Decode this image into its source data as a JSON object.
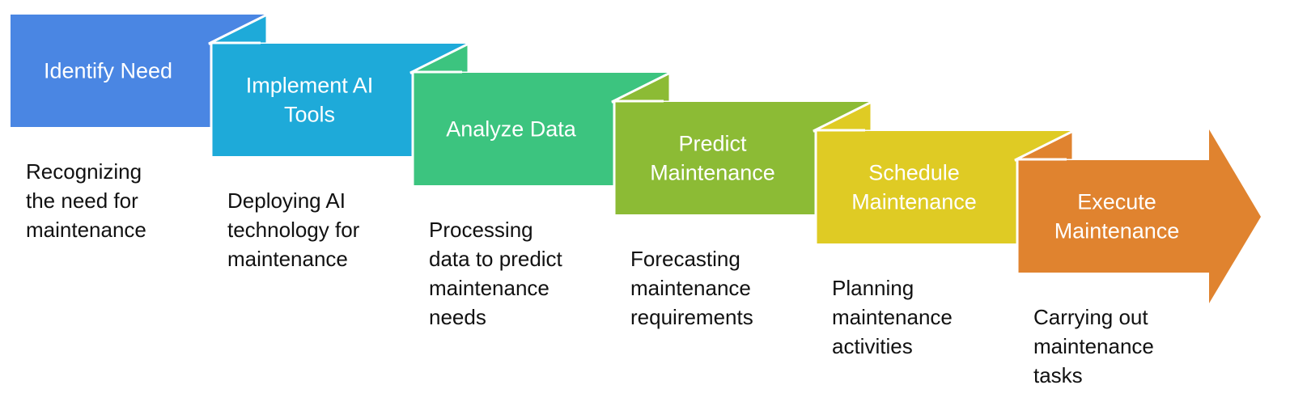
{
  "diagram": {
    "title": "AI Predictive Maintenance Process",
    "steps": [
      {
        "title_lines": [
          "Identify Need"
        ],
        "description_lines": [
          "Recognizing",
          "the need for",
          "maintenance"
        ],
        "color": "#4a86e3"
      },
      {
        "title_lines": [
          "Implement AI",
          "Tools"
        ],
        "description_lines": [
          "Deploying AI",
          "technology for",
          "maintenance"
        ],
        "color": "#1eaad9"
      },
      {
        "title_lines": [
          "Analyze Data"
        ],
        "description_lines": [
          "Processing",
          "data to predict",
          "maintenance",
          "needs"
        ],
        "color": "#3cc47f"
      },
      {
        "title_lines": [
          "Predict",
          "Maintenance"
        ],
        "description_lines": [
          "Forecasting",
          "maintenance",
          "requirements"
        ],
        "color": "#8cbb35"
      },
      {
        "title_lines": [
          "Schedule",
          "Maintenance"
        ],
        "description_lines": [
          "Planning",
          "maintenance",
          "activities"
        ],
        "color": "#dfcb24"
      },
      {
        "title_lines": [
          "Execute",
          "Maintenance"
        ],
        "description_lines": [
          "Carrying out",
          "maintenance",
          "tasks"
        ],
        "color": "#e0832f"
      }
    ]
  }
}
